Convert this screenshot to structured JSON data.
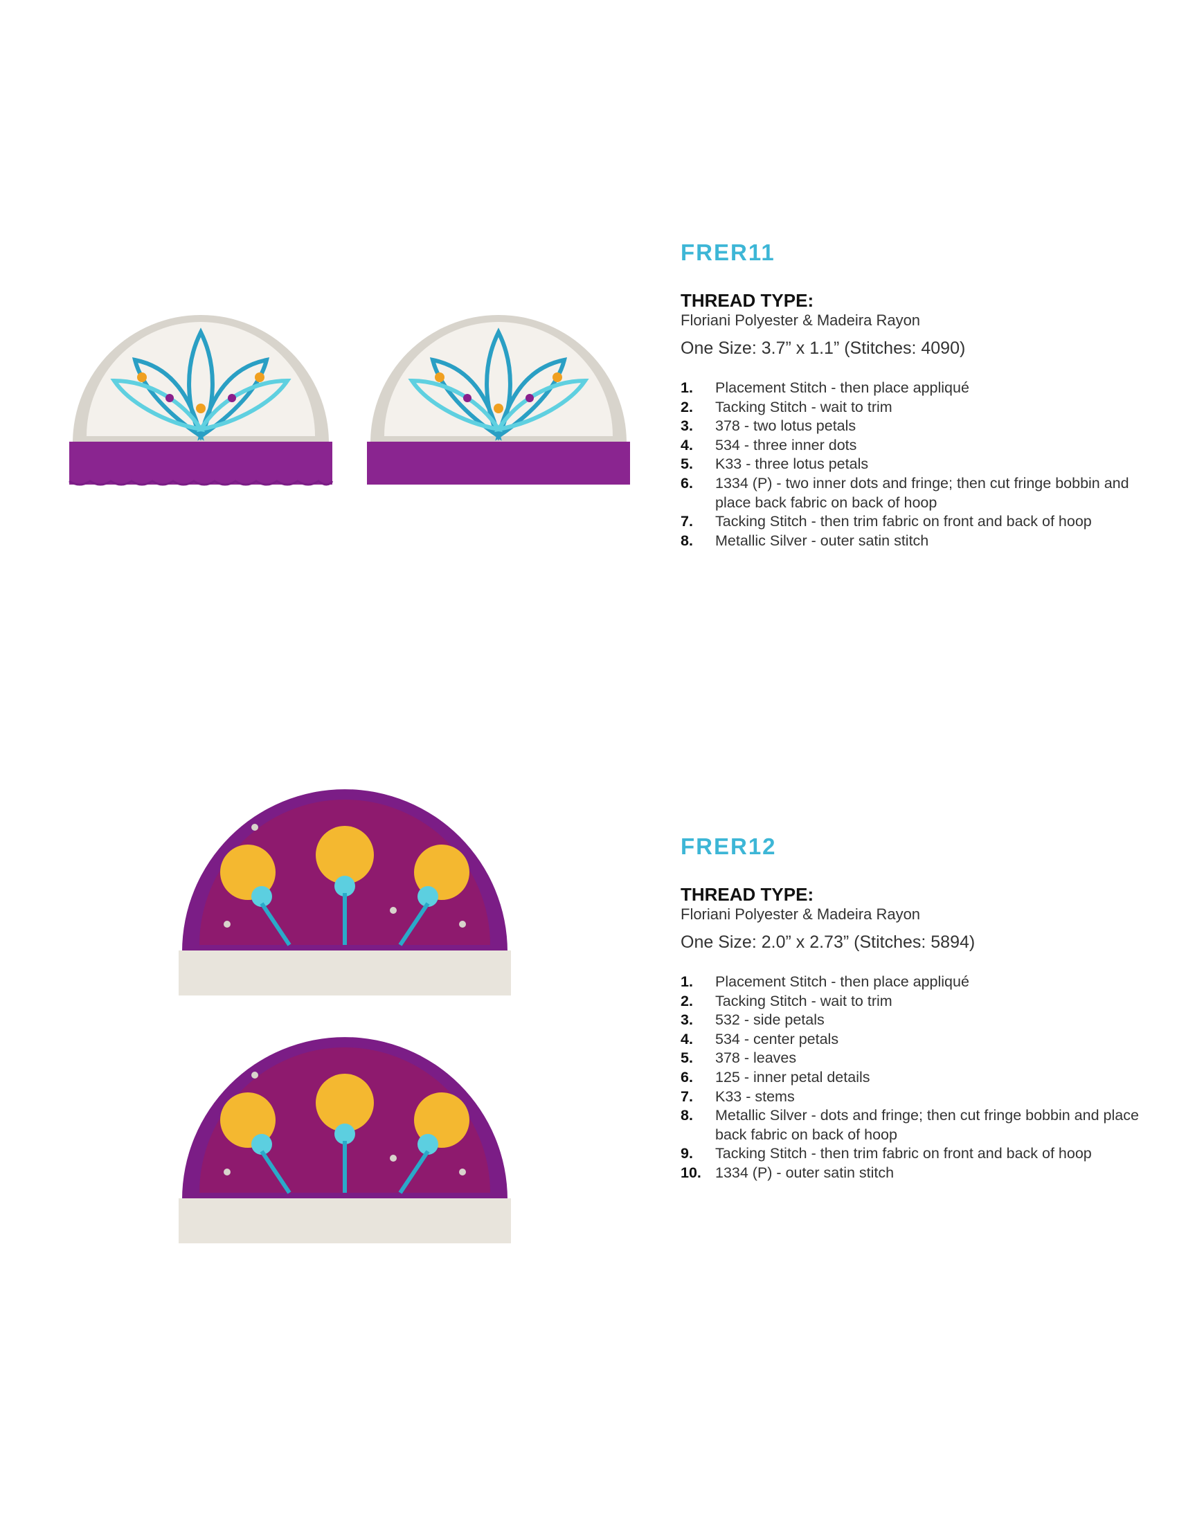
{
  "products": [
    {
      "code": "FRER11",
      "thread_type_label": "THREAD TYPE:",
      "thread": "Floriani Polyester & Madeira Rayon",
      "size": "One Size: 3.7” x 1.1” (Stitches: 4090)",
      "steps": [
        {
          "n": "1.",
          "text": "Placement Stitch - then place appliqué"
        },
        {
          "n": "2.",
          "text": "Tacking Stitch - wait to trim"
        },
        {
          "n": "3.",
          "text": "378 - two lotus petals"
        },
        {
          "n": "4.",
          "text": "534 - three inner dots"
        },
        {
          "n": "5.",
          "text": "K33 - three lotus petals"
        },
        {
          "n": "6.",
          "text": "1334 (P) - two inner dots and fringe; then cut fringe bobbin and place back fabric on back of hoop"
        },
        {
          "n": "7.",
          "text": "Tacking Stitch - then trim fabric on front and back of hoop"
        },
        {
          "n": "8.",
          "text": "Metallic Silver - outer satin stitch"
        }
      ]
    },
    {
      "code": "FRER12",
      "thread_type_label": "THREAD TYPE:",
      "thread": "Floriani Polyester & Madeira Rayon",
      "size": "One Size: 2.0” x 2.73” (Stitches: 5894)",
      "steps": [
        {
          "n": "1.",
          "text": "Placement Stitch - then place appliqué"
        },
        {
          "n": "2.",
          "text": "Tacking Stitch - wait to trim"
        },
        {
          "n": "3.",
          "text": "532 - side petals"
        },
        {
          "n": "4.",
          "text": "534 - center petals"
        },
        {
          "n": "5.",
          "text": "378 - leaves"
        },
        {
          "n": "6.",
          "text": "125 - inner petal details"
        },
        {
          "n": "7.",
          "text": "K33 - stems"
        },
        {
          "n": "8.",
          "text": "Metallic Silver - dots and fringe; then cut fringe bobbin and place back fabric on back of hoop"
        },
        {
          "n": "9.",
          "text": "Tacking Stitch - then trim fabric on front and back of hoop"
        },
        {
          "n": "10.",
          "text": "1334 (P) - outer satin stitch"
        }
      ]
    }
  ],
  "colors": {
    "accent": "#3db6d6",
    "purple": "#7b1d86",
    "silver": "#d8d4cc",
    "teal": "#2aa9c9",
    "yellow": "#f4b830"
  }
}
